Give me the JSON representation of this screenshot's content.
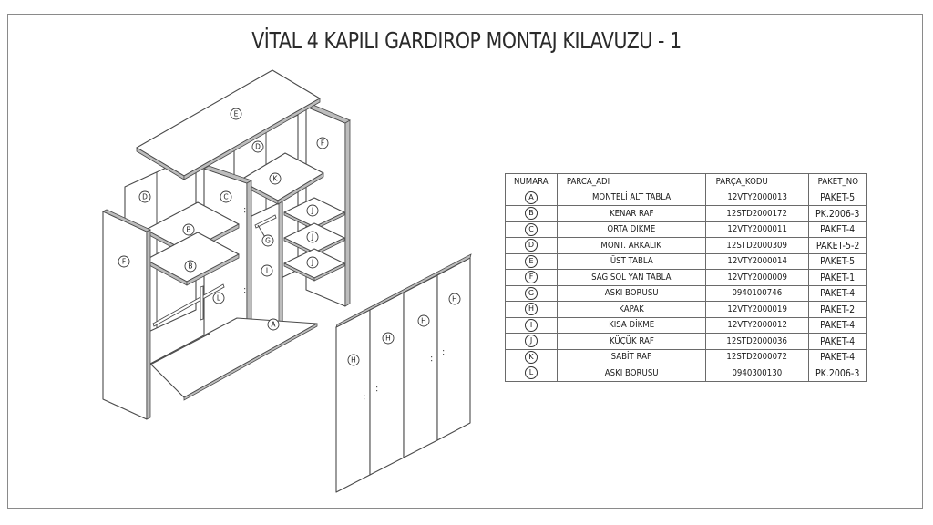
{
  "document": {
    "title": "VİTAL 4 KAPILI GARDIROP MONTAJ KILAVUZU - 1"
  },
  "diagram": {
    "description": "Exploded isometric assembly view of a 4-door wardrobe",
    "part_labels": {
      "top_panel": "E",
      "back_panel_right": "D",
      "back_panel_left": "D",
      "side_panel_right": "F",
      "side_panel_left": "F",
      "center_divider": "C",
      "fixed_shelf": "K",
      "small_shelf_1": "J",
      "small_shelf_2": "J",
      "small_shelf_3": "J",
      "hanging_rod_right": "G",
      "side_shelf_upper": "B",
      "side_shelf_lower": "B",
      "short_divider": "I",
      "hanging_rod_left": "L",
      "bottom_panel": "A",
      "door_1": "H",
      "door_2": "H",
      "door_3": "H",
      "door_4": "H"
    }
  },
  "parts_table": {
    "headers": [
      "NUMARA",
      "PARCA_ADI",
      "PARÇA_KODU",
      "PAKET_NO"
    ],
    "rows": [
      {
        "num": "A",
        "name": "MONTELİ ALT TABLA",
        "code": "12VTY2000013",
        "package": "PAKET-5"
      },
      {
        "num": "B",
        "name": "KENAR RAF",
        "code": "12STD2000172",
        "package": "PK.2006-3"
      },
      {
        "num": "C",
        "name": "ORTA DIKME",
        "code": "12VTY2000011",
        "package": "PAKET-4"
      },
      {
        "num": "D",
        "name": "MONT. ARKALIK",
        "code": "12STD2000309",
        "package": "PAKET-5-2"
      },
      {
        "num": "E",
        "name": "ÜST TABLA",
        "code": "12VTY2000014",
        "package": "PAKET-5"
      },
      {
        "num": "F",
        "name": "SAG SOL YAN TABLA",
        "code": "12VTY2000009",
        "package": "PAKET-1"
      },
      {
        "num": "G",
        "name": "ASKI BORUSU",
        "code": "0940100746",
        "package": "PAKET-4"
      },
      {
        "num": "H",
        "name": "KAPAK",
        "code": "12VTY2000019",
        "package": "PAKET-2"
      },
      {
        "num": "I",
        "name": "KISA DİKME",
        "code": "12VTY2000012",
        "package": "PAKET-4"
      },
      {
        "num": "J",
        "name": "KÜÇÜK RAF",
        "code": "12STD2000036",
        "package": "PAKET-4"
      },
      {
        "num": "K",
        "name": "SABİT RAF",
        "code": "12STD2000072",
        "package": "PAKET-4"
      },
      {
        "num": "L",
        "name": "ASKI BORUSU",
        "code": "0940300130",
        "package": "PK.2006-3"
      }
    ]
  }
}
